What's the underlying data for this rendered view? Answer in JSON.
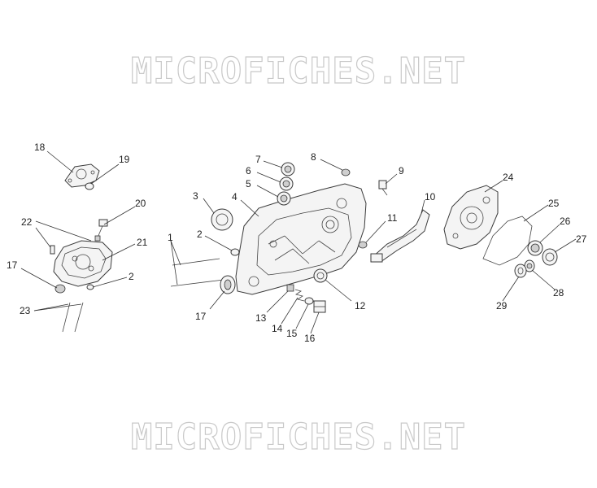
{
  "watermark": {
    "top": "MICROFICHES.NET",
    "bottom": "MICROFICHES.NET"
  },
  "callouts": [
    {
      "id": "c18",
      "text": "18"
    },
    {
      "id": "c19",
      "text": "19"
    },
    {
      "id": "c20",
      "text": "20"
    },
    {
      "id": "c22",
      "text": "22"
    },
    {
      "id": "c21",
      "text": "21"
    },
    {
      "id": "c17a",
      "text": "17"
    },
    {
      "id": "c2a",
      "text": "2"
    },
    {
      "id": "c23",
      "text": "23"
    },
    {
      "id": "c1",
      "text": "1"
    },
    {
      "id": "c2b",
      "text": "2"
    },
    {
      "id": "c17b",
      "text": "17"
    },
    {
      "id": "c3",
      "text": "3"
    },
    {
      "id": "c4",
      "text": "4"
    },
    {
      "id": "c5",
      "text": "5"
    },
    {
      "id": "c6",
      "text": "6"
    },
    {
      "id": "c7",
      "text": "7"
    },
    {
      "id": "c8",
      "text": "8"
    },
    {
      "id": "c9",
      "text": "9"
    },
    {
      "id": "c10",
      "text": "10"
    },
    {
      "id": "c11",
      "text": "11"
    },
    {
      "id": "c12",
      "text": "12"
    },
    {
      "id": "c13",
      "text": "13"
    },
    {
      "id": "c14",
      "text": "14"
    },
    {
      "id": "c15",
      "text": "15"
    },
    {
      "id": "c16",
      "text": "16"
    },
    {
      "id": "c24",
      "text": "24"
    },
    {
      "id": "c25",
      "text": "25"
    },
    {
      "id": "c26",
      "text": "26"
    },
    {
      "id": "c27",
      "text": "27"
    },
    {
      "id": "c28",
      "text": "28"
    },
    {
      "id": "c29",
      "text": "29"
    }
  ]
}
